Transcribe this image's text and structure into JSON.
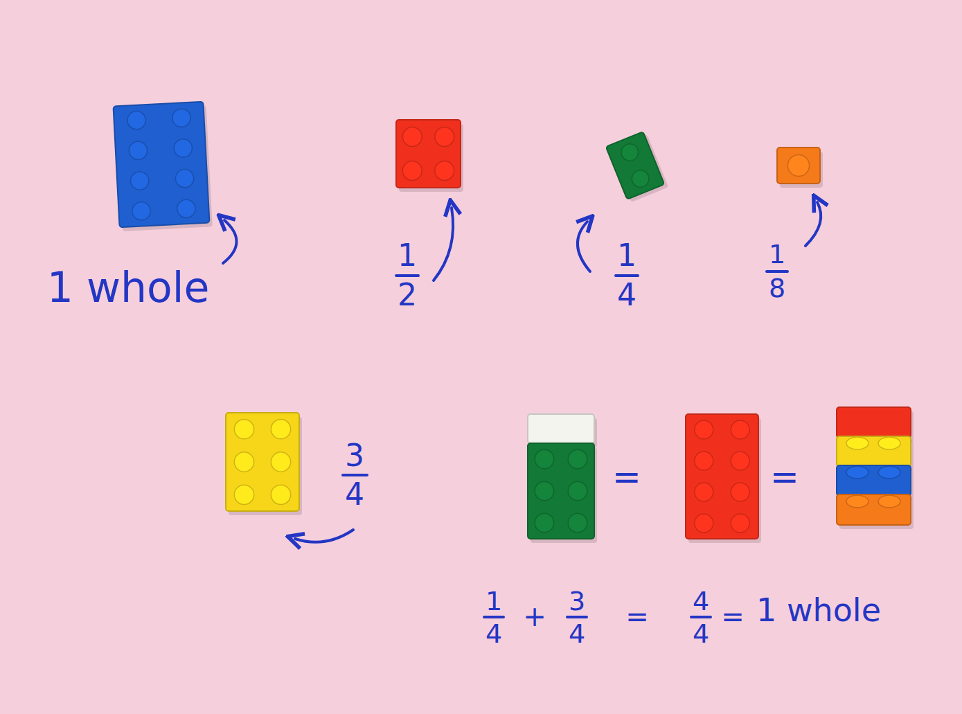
{
  "diagram": {
    "labels": [
      "1 whole",
      "1",
      "2",
      "1",
      "4",
      "1",
      "8",
      "3",
      "4",
      "=",
      "=",
      "1",
      "4",
      "+",
      "3",
      "4",
      "=",
      "4",
      "4",
      "=",
      "1 whole"
    ]
  }
}
